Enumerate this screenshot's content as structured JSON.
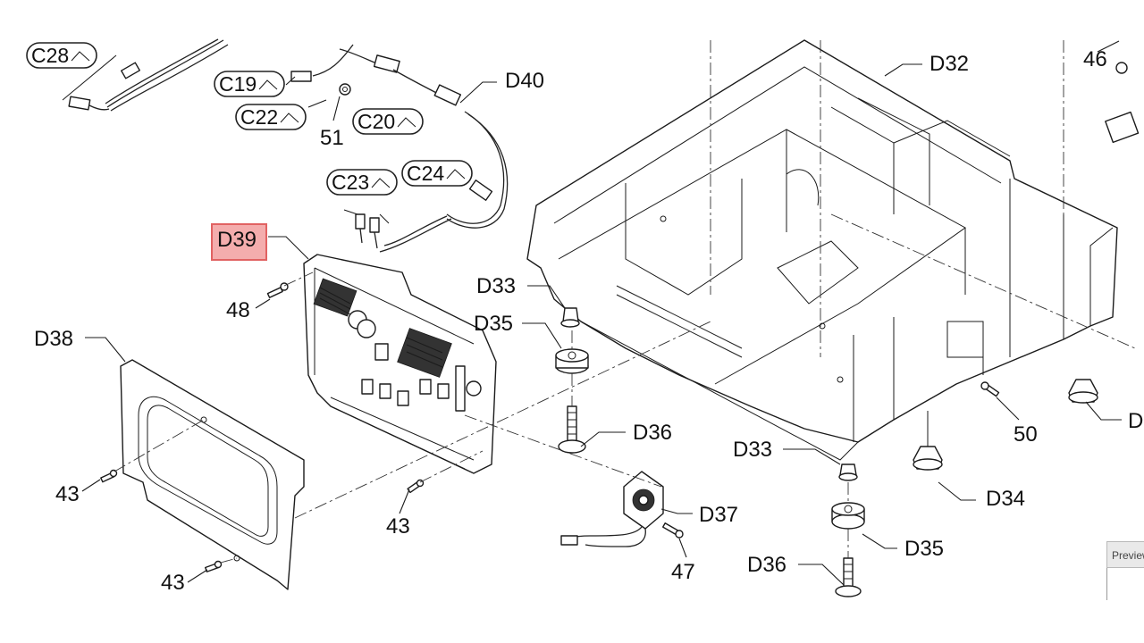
{
  "diagram": {
    "highlighted_label": "D39",
    "part_labels": {
      "d32": "D32",
      "d33a": "D33",
      "d33b": "D33",
      "d34": "D34",
      "d35a": "D35",
      "d35b": "D35",
      "d36a": "D36",
      "d36b": "D36",
      "d37": "D37",
      "d38": "D38",
      "d39": "D39",
      "d40": "D40",
      "d_cut": "D"
    },
    "screw_labels": {
      "n43a": "43",
      "n43b": "43",
      "n43c": "43",
      "n46": "46",
      "n47": "47",
      "n48": "48",
      "n50": "50",
      "n51": "51"
    },
    "connector_refs": {
      "c28": "C28",
      "c19": "C19",
      "c22": "C22",
      "c20": "C20",
      "c23": "C23",
      "c24": "C24"
    },
    "connector_icon": "arc-arrow-icon"
  },
  "preview_tab": {
    "label": "Preview"
  }
}
